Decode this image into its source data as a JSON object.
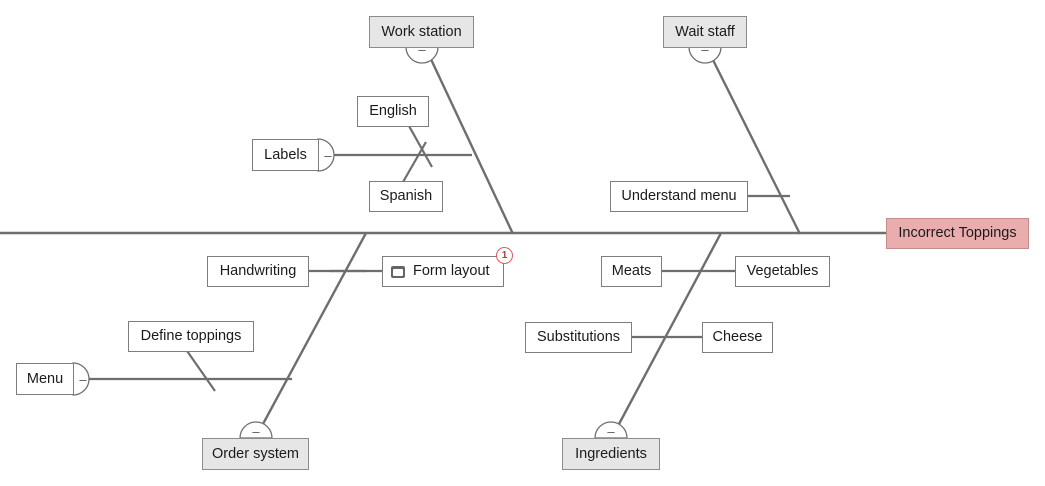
{
  "diagram": {
    "type": "fishbone-ishikawa",
    "title": "Incorrect Toppings",
    "colors": {
      "effect_fill": "#eaadad",
      "effect_border": "#c98a8a",
      "category_fill": "#e6e6e6",
      "node_border": "#7d7d7d",
      "bone_stroke": "#6e6e6e",
      "badge": "#d95b5b"
    },
    "effect": {
      "label": "Incorrect Toppings"
    },
    "categories": [
      {
        "label": "Work station",
        "position": "top",
        "collapsed": true
      },
      {
        "label": "Wait staff",
        "position": "top",
        "collapsed": true
      },
      {
        "label": "Order system",
        "position": "bottom",
        "collapsed": true
      },
      {
        "label": "Ingredients",
        "position": "bottom",
        "collapsed": true
      }
    ],
    "causes": [
      {
        "label": "English",
        "branch": "Work station"
      },
      {
        "label": "Spanish",
        "branch": "Work station"
      },
      {
        "label": "Labels",
        "branch": "Work station",
        "collapsed": true,
        "rounded": true
      },
      {
        "label": "Understand menu",
        "branch": "Wait staff"
      },
      {
        "label": "Handwriting",
        "branch": "Order system"
      },
      {
        "label": "Form layout",
        "branch": "Order system",
        "icon": "note-icon",
        "badge": "1"
      },
      {
        "label": "Define toppings",
        "branch": "Order system"
      },
      {
        "label": "Menu",
        "branch": "Order system",
        "collapsed": true,
        "rounded": true
      },
      {
        "label": "Meats",
        "branch": "Ingredients"
      },
      {
        "label": "Vegetables",
        "branch": "Ingredients"
      },
      {
        "label": "Substitutions",
        "branch": "Ingredients"
      },
      {
        "label": "Cheese",
        "branch": "Ingredients"
      }
    ],
    "collapse_glyph": "–"
  }
}
